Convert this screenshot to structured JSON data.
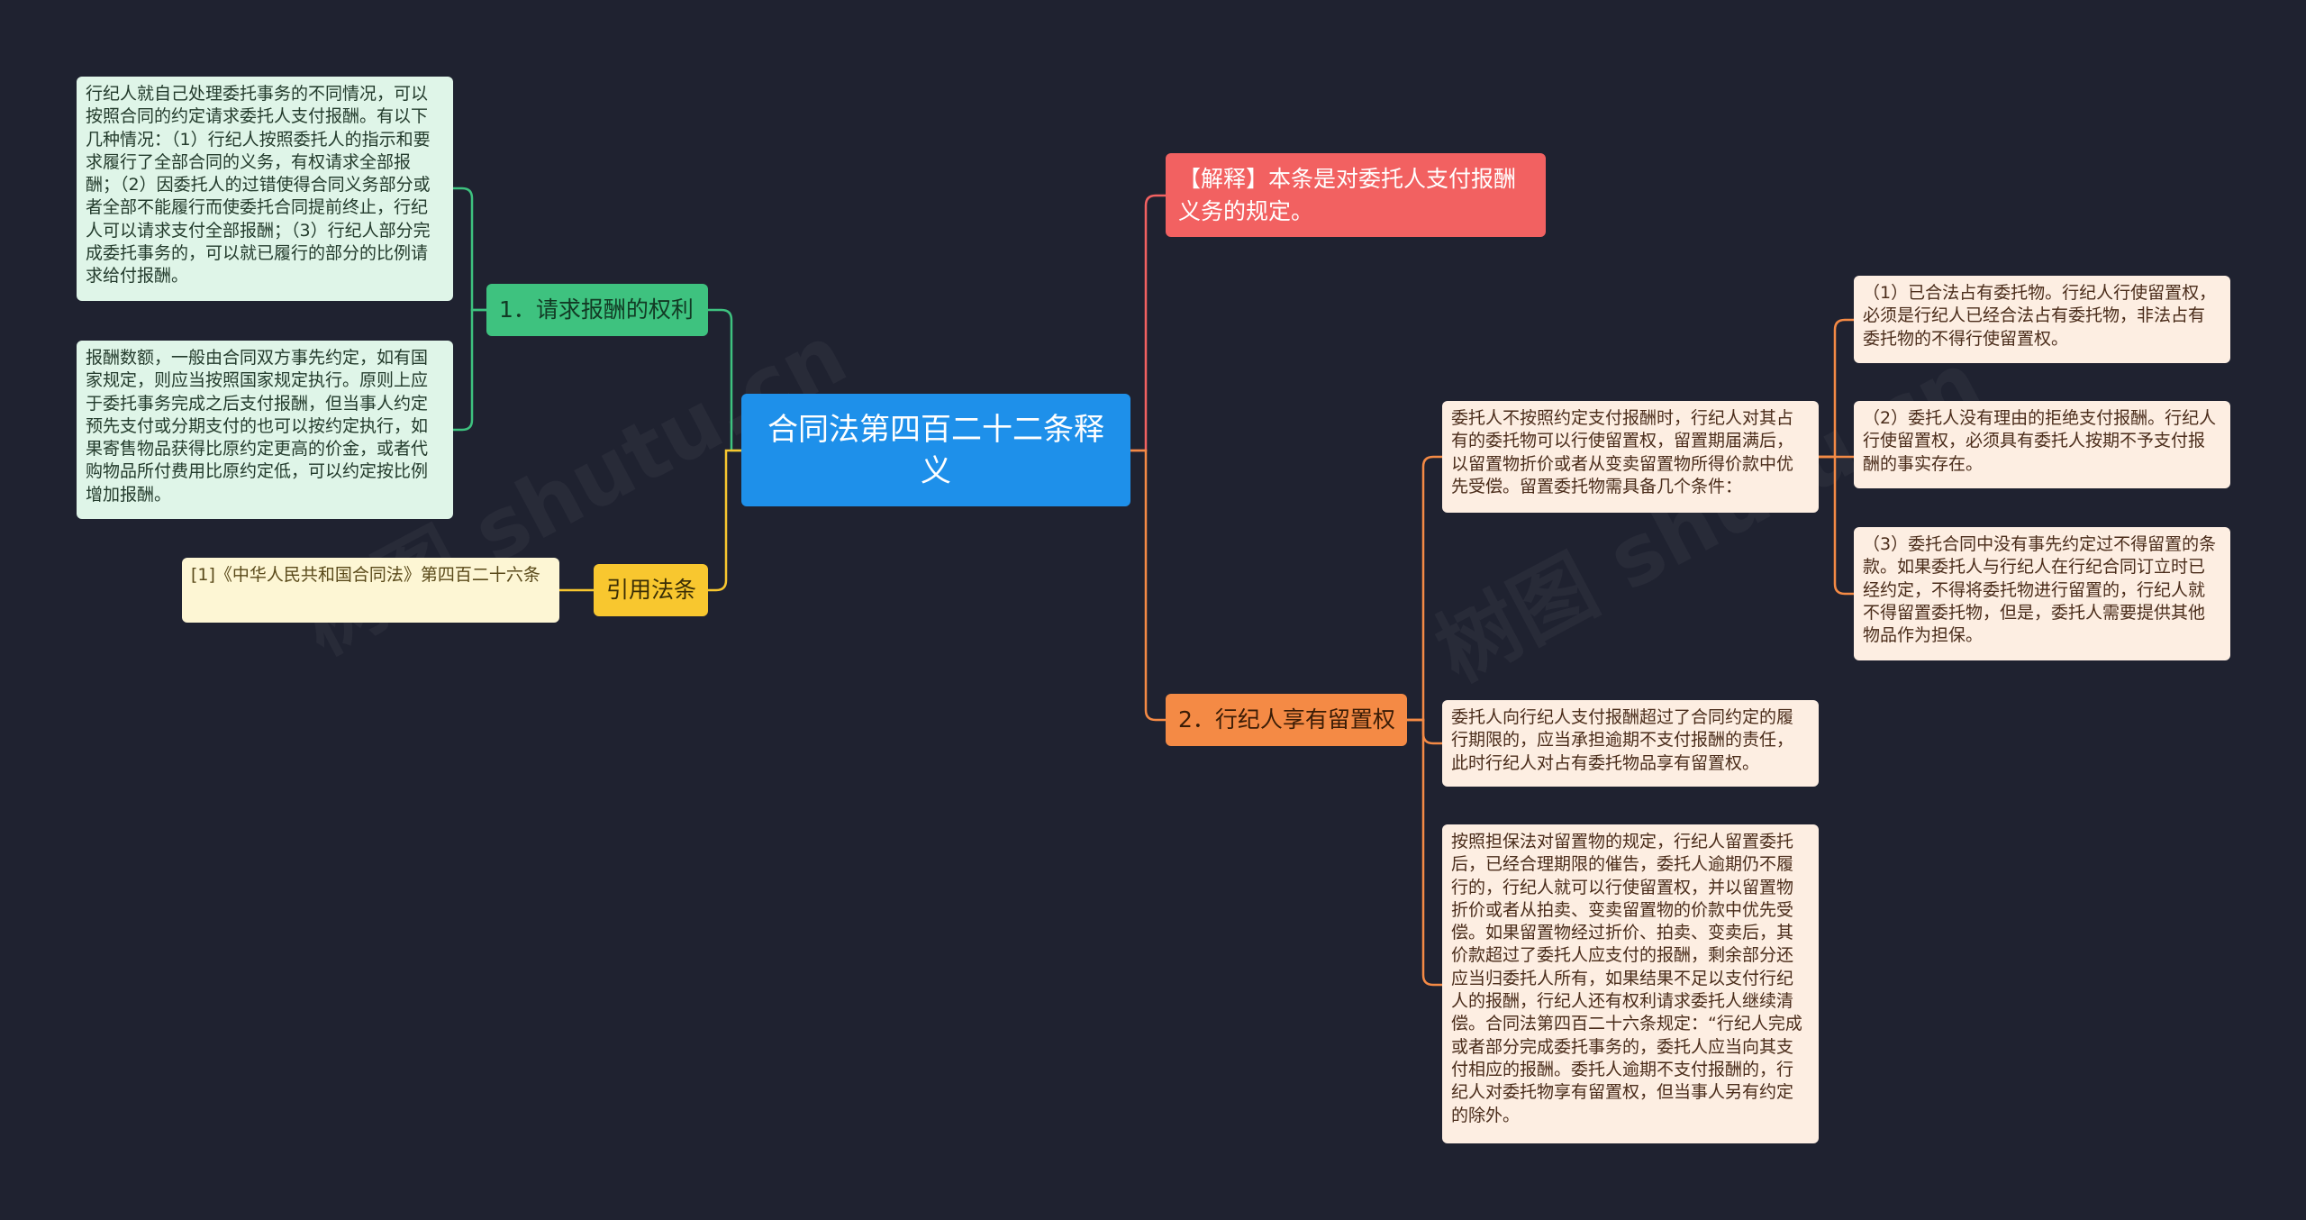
{
  "colors": {
    "background": "#1f2230",
    "root": "#1e90ea",
    "green": "#3ec27f",
    "yellow": "#f8c72f",
    "red": "#f26161",
    "orange": "#f48a45"
  },
  "root": {
    "label": "合同法第四百二十二条释义"
  },
  "left": {
    "green_branch": {
      "label": "1．请求报酬的权利",
      "leaves": [
        "行纪人就自己处理委托事务的不同情况，可以按照合同的约定请求委托人支付报酬。有以下几种情况：（1）行纪人按照委托人的指示和要求履行了全部合同的义务，有权请求全部报酬；（2）因委托人的过错使得合同义务部分或者全部不能履行而使委托合同提前终止，行纪人可以请求支付全部报酬；（3）行纪人部分完成委托事务的，可以就已履行的部分的比例请求给付报酬。",
        "报酬数额，一般由合同双方事先约定，如有国家规定，则应当按照国家规定执行。原则上应于委托事务完成之后支付报酬，但当事人约定预先支付或分期支付的也可以按约定执行，如果寄售物品获得比原约定更高的价金，或者代购物品所付费用比原约定低，可以约定按比例增加报酬。"
      ]
    },
    "yellow_branch": {
      "label": "引用法条",
      "leaves": [
        "[1]《中华人民共和国合同法》第四百二十六条"
      ]
    }
  },
  "right": {
    "red_branch": {
      "label": "【解释】本条是对委托人支付报酬义务的规定。"
    },
    "orange_branch": {
      "label": "2．行纪人享有留置权",
      "leaves": [
        "委托人不按照约定支付报酬时，行纪人对其占有的委托物可以行使留置权，留置期届满后，以留置物折价或者从变卖留置物所得价款中优先受偿。留置委托物需具备几个条件：",
        "委托人向行纪人支付报酬超过了合同约定的履行期限的，应当承担逾期不支付报酬的责任，此时行纪人对占有委托物品享有留置权。",
        "按照担保法对留置物的规定，行纪人留置委托后，已经合理期限的催告，委托人逾期仍不履行的，行纪人就可以行使留置权，并以留置物折价或者从拍卖、变卖留置物的价款中优先受偿。如果留置物经过折价、拍卖、变卖后，其价款超过了委托人应支付的报酬，剩余部分还应当归委托人所有，如果结果不足以支付行纪人的报酬，行纪人还有权利请求委托人继续清偿。合同法第四百二十六条规定：“行纪人完成或者部分完成委托事务的，委托人应当向其支付相应的报酬。委托人逾期不支付报酬的，行纪人对委托物享有留置权，但当事人另有约定的除外。"
      ],
      "sub_leaves": [
        "（1）已合法占有委托物。行纪人行使留置权，必须是行纪人已经合法占有委托物，非法占有委托物的不得行使留置权。",
        "（2）委托人没有理由的拒绝支付报酬。行纪人行使留置权，必须具有委托人按期不予支付报酬的事实存在。",
        "（3）委托合同中没有事先约定过不得留置的条款。如果委托人与行纪人在行纪合同订立时已经约定，不得将委托物进行留置的，行纪人就不得留置委托物，但是，委托人需要提供其他物品作为担保。"
      ]
    }
  }
}
